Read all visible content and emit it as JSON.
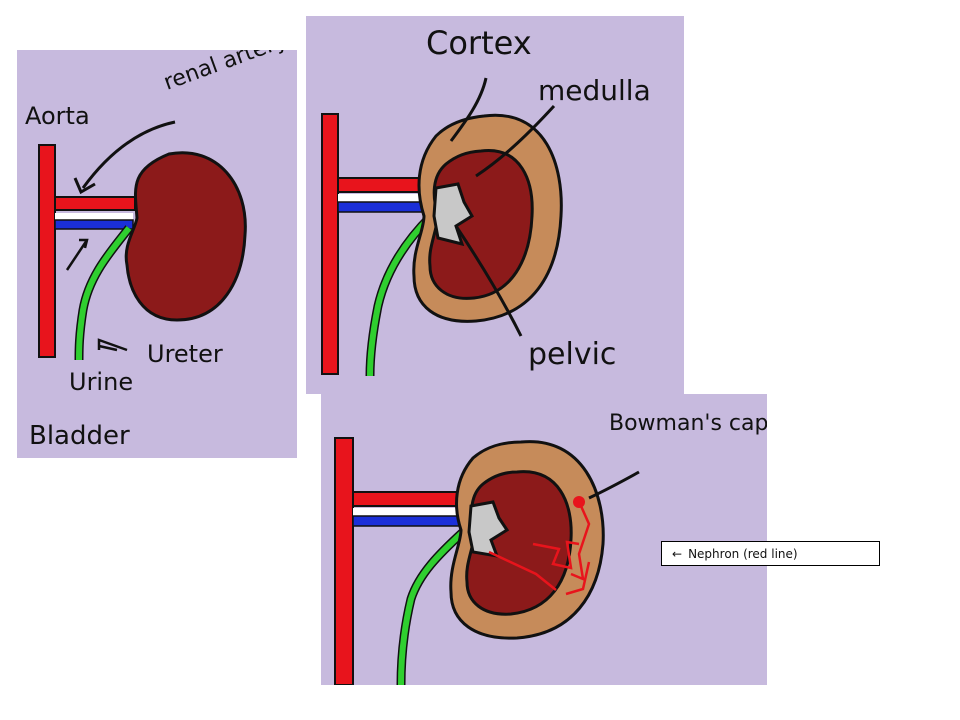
{
  "colors": {
    "background": "#c7bade",
    "aorta": "#e8141c",
    "vein": "#1b2fd8",
    "ureter": "#2fcf2f",
    "kidney": "#8c1a1a",
    "cortex": "#c68b5a",
    "pelvis": "#c8c8c8",
    "nephron": "#e8141c"
  },
  "labels": {
    "aorta": "Aorta",
    "renal_artery": "renal artery",
    "ureter": "Ureter",
    "urine": "Urine",
    "bladder": "Bladder",
    "cortex": "Cortex",
    "medulla": "medulla",
    "pelvis": "pelvic",
    "bowmans_capsule": "Bowman's capsule"
  },
  "callout": {
    "arrow_icon": "←",
    "text": "Nephron (red line)"
  }
}
